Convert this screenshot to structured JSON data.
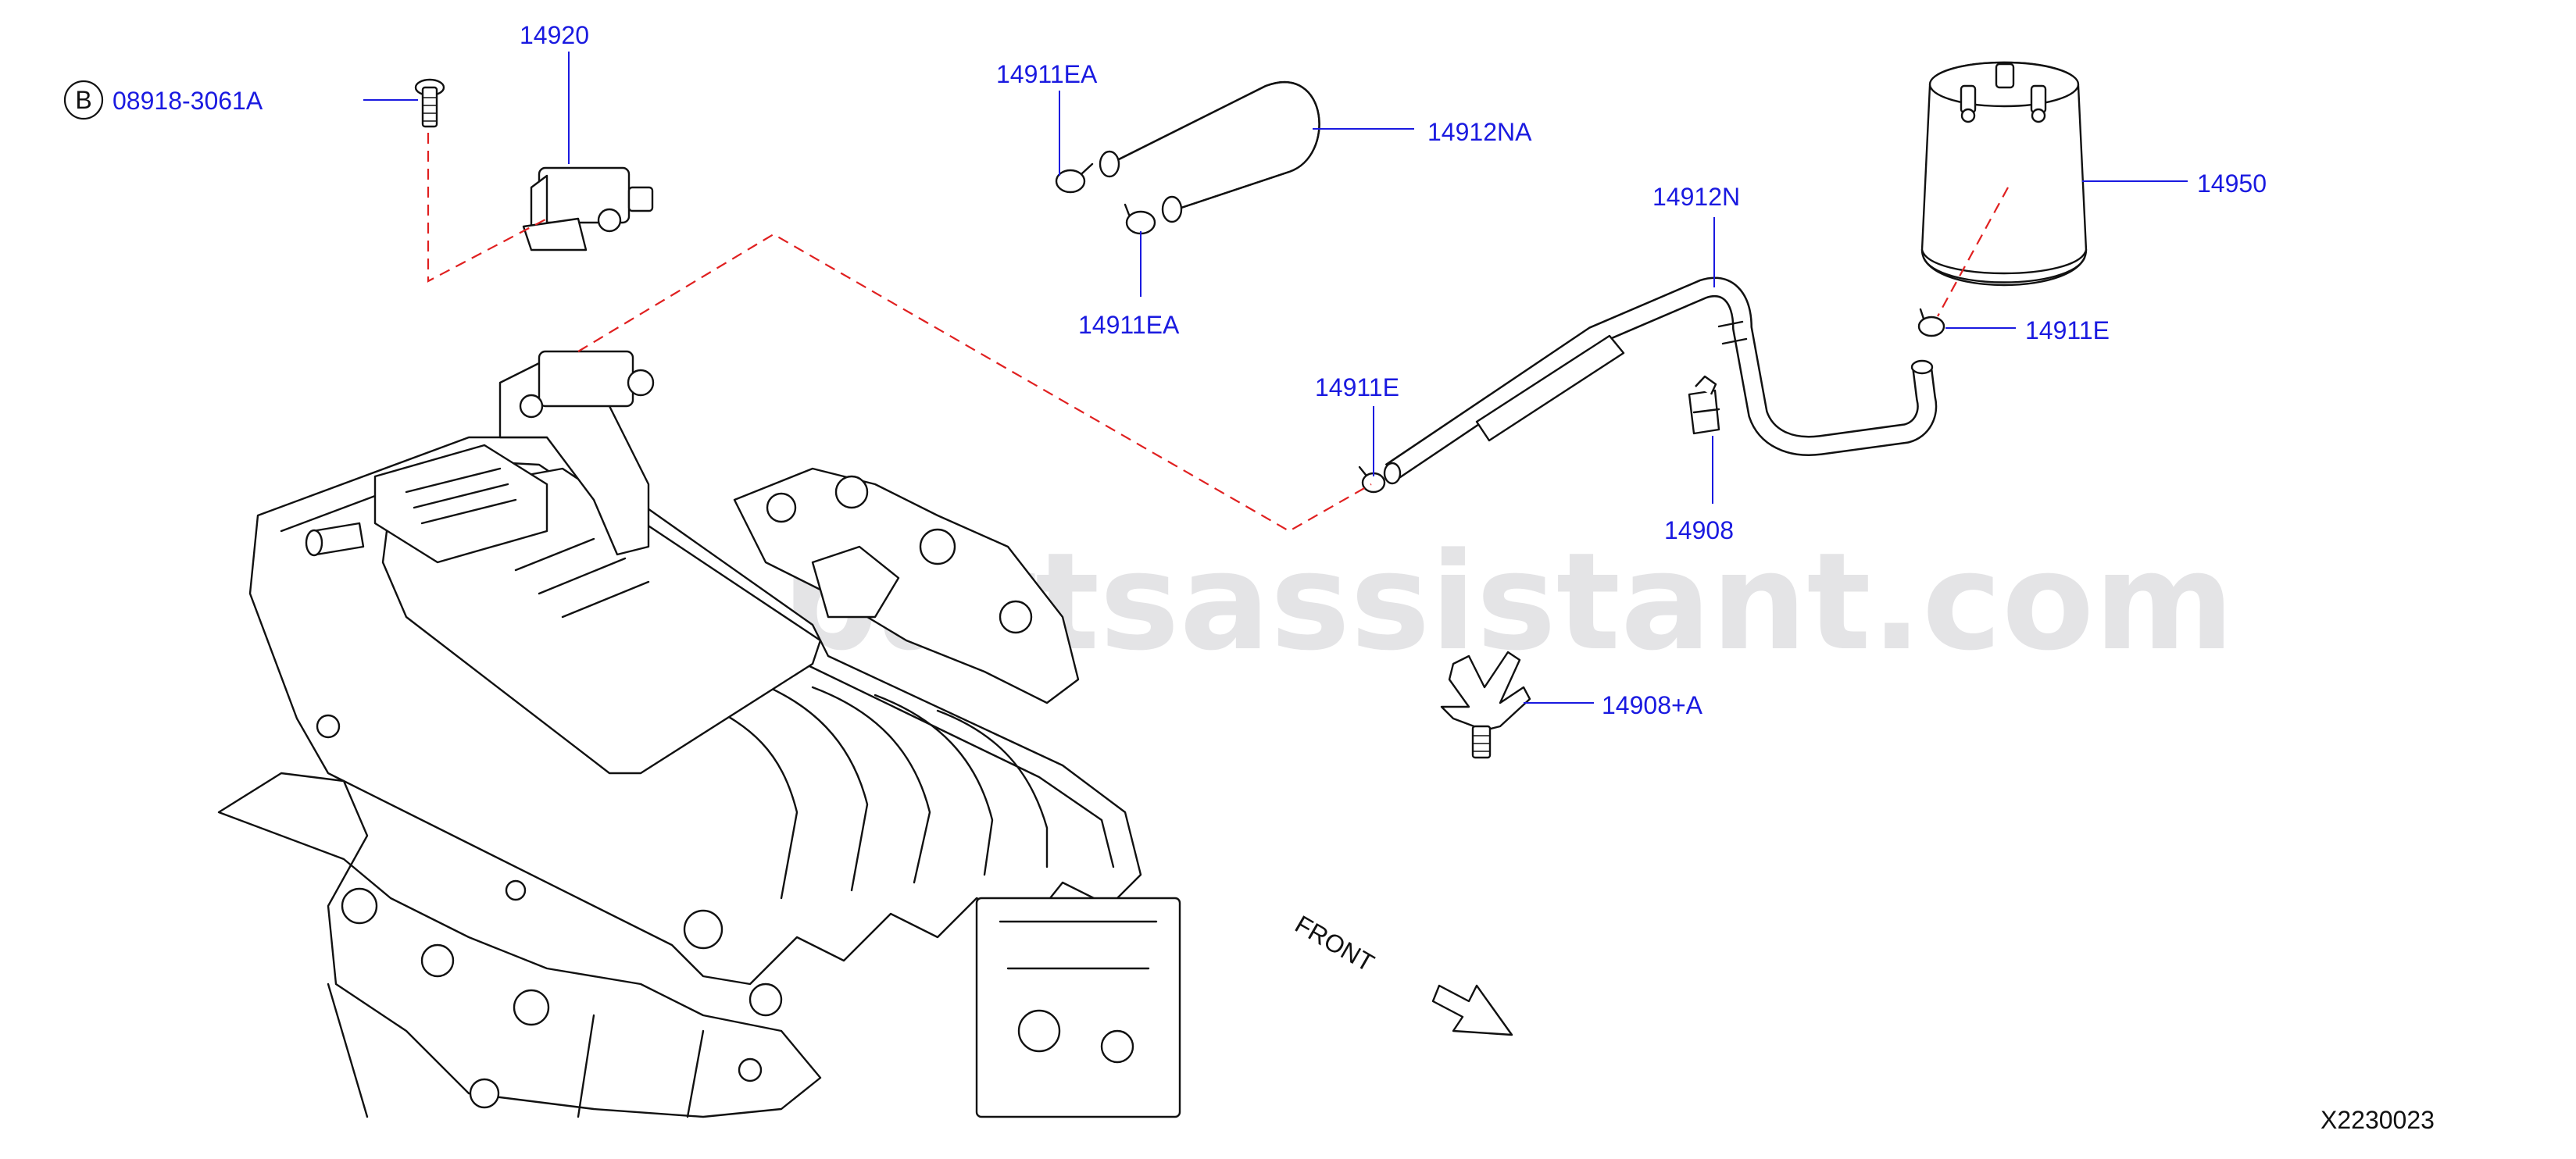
{
  "diagram": {
    "parts": {
      "p14920": "14920",
      "p14911EA_top": "14911EA",
      "p14911EA_bottom": "14911EA",
      "p14912NA": "14912NA",
      "p14912N": "14912N",
      "p14950": "14950",
      "p14911E_right": "14911E",
      "p14911E_mid": "14911E",
      "p14908": "14908",
      "p14908A": "14908+A"
    },
    "bolt": {
      "badge": "B",
      "part": "08918-3061A"
    },
    "direction_label": "FRONT",
    "diagram_code": "X2230023",
    "watermark": "www.partsassistant.com"
  }
}
